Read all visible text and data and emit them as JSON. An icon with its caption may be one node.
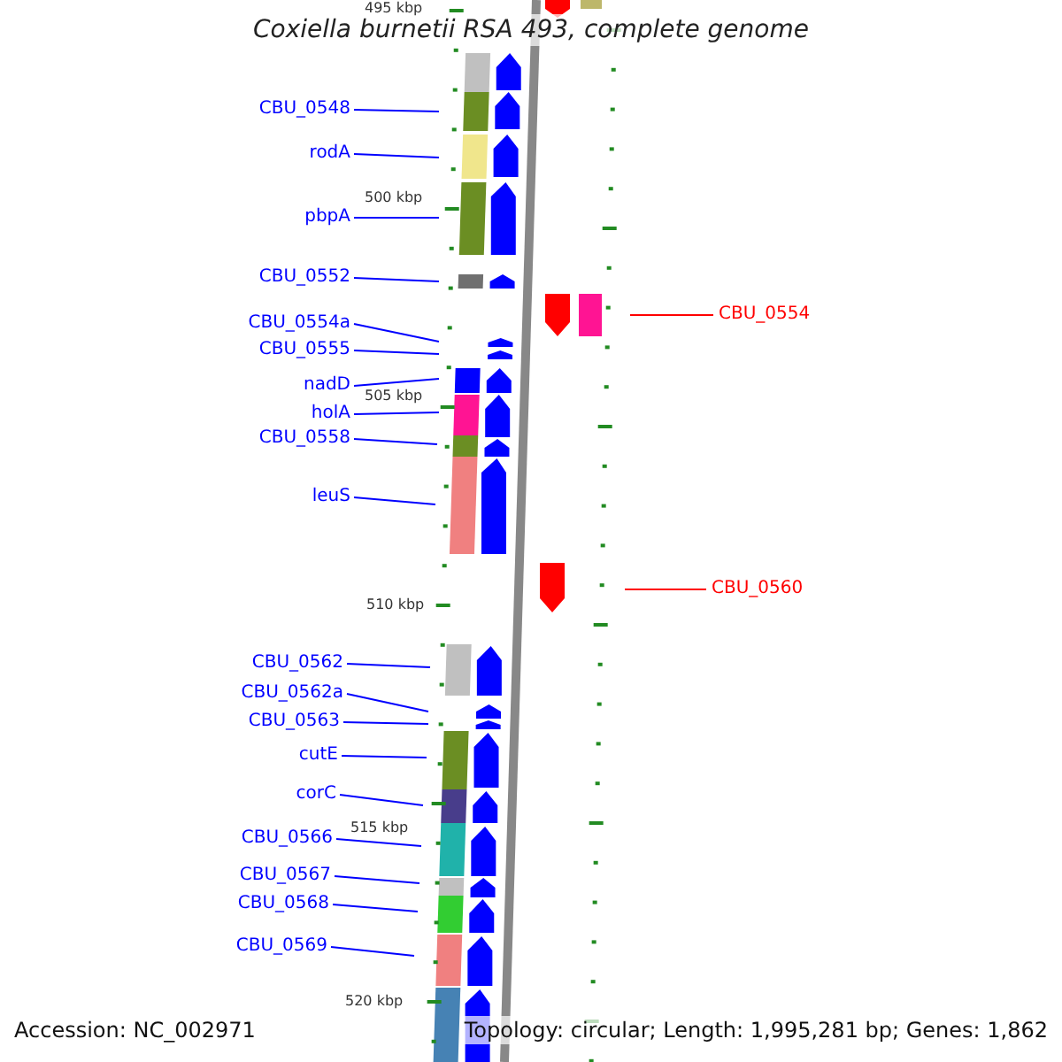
{
  "diagram": {
    "title": "Coxiella burnetii RSA 493, complete genome",
    "nodes": [
      {
        "text": [
          "CBU_0548"
        ]
      },
      {
        "text": [
          "rodA"
        ]
      },
      {
        "text": [
          "pbpA"
        ]
      },
      {
        "text": [
          "CBU_0552"
        ]
      },
      {
        "text": [
          "CBU_0554"
        ]
      },
      {
        "text": [
          "CBU_0554a"
        ]
      },
      {
        "text": [
          "CBU_0555"
        ]
      },
      {
        "text": [
          "nadD"
        ]
      },
      {
        "text": [
          "holA"
        ]
      },
      {
        "text": [
          "CBU_0558"
        ]
      },
      {
        "text": [
          "leuS"
        ]
      },
      {
        "text": [
          "CBU_0560"
        ]
      },
      {
        "text": [
          "CBU_0562"
        ]
      },
      {
        "text": [
          "CBU_0562a"
        ]
      },
      {
        "text": [
          "CBU_0563"
        ]
      },
      {
        "text": [
          "cutE"
        ]
      },
      {
        "text": [
          "corC"
        ]
      },
      {
        "text": [
          "CBU_0566"
        ]
      },
      {
        "text": [
          "CBU_0567"
        ]
      },
      {
        "text": [
          "CBU_0568"
        ]
      },
      {
        "text": [
          "CBU_0569"
        ]
      }
    ],
    "edges": [
      {
        "from": 0,
        "to": null,
        "arrow": "none"
      },
      {
        "from": 1,
        "to": null,
        "arrow": "none"
      },
      {
        "from": 2,
        "to": null,
        "arrow": "none"
      },
      {
        "from": 3,
        "to": null,
        "arrow": "none"
      },
      {
        "from": 4,
        "to": null,
        "arrow": "none",
        "color": "#ff0000"
      },
      {
        "from": 5,
        "to": null,
        "arrow": "none"
      },
      {
        "from": 6,
        "to": null,
        "arrow": "none"
      },
      {
        "from": 7,
        "to": null,
        "arrow": "none"
      },
      {
        "from": 8,
        "to": null,
        "arrow": "none"
      },
      {
        "from": 9,
        "to": null,
        "arrow": "none"
      },
      {
        "from": 10,
        "to": null,
        "arrow": "none"
      },
      {
        "from": 11,
        "to": null,
        "arrow": "none",
        "color": "#ff0000"
      },
      {
        "from": 12,
        "to": null,
        "arrow": "none"
      },
      {
        "from": 13,
        "to": null,
        "arrow": "none"
      },
      {
        "from": 14,
        "to": null,
        "arrow": "none"
      },
      {
        "from": 15,
        "to": null,
        "arrow": "none"
      },
      {
        "from": 16,
        "to": null,
        "arrow": "none"
      },
      {
        "from": 17,
        "to": null,
        "arrow": "none"
      },
      {
        "from": 18,
        "to": null,
        "arrow": "none"
      },
      {
        "from": 19,
        "to": null,
        "arrow": "none"
      },
      {
        "from": 20,
        "to": null,
        "arrow": "none"
      }
    ],
    "labels": [
      "495 kbp",
      "500 kbp",
      "505 kbp",
      "510 kbp",
      "515 kbp",
      "520 kbp",
      "Accession: NC_002971",
      "Topology: circular; Length: 1,995,281 bp; Genes: 1,862"
    ]
  }
}
